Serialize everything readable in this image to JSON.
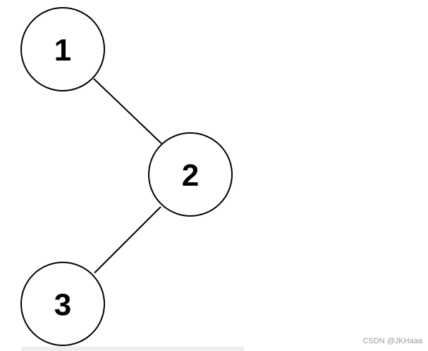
{
  "nodes": [
    {
      "id": "1",
      "label": "1"
    },
    {
      "id": "2",
      "label": "2"
    },
    {
      "id": "3",
      "label": "3"
    }
  ],
  "edges": [
    {
      "from": "1",
      "to": "2"
    },
    {
      "from": "2",
      "to": "3"
    }
  ],
  "watermark": "CSDN @JKHaaa"
}
